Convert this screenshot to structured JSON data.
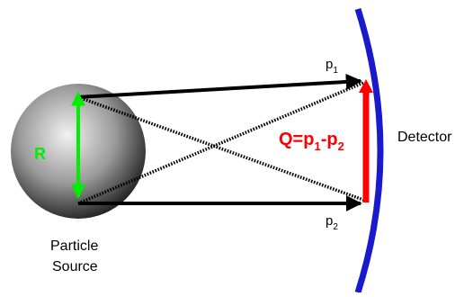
{
  "labels": {
    "radius": "R",
    "source_line1": "Particle",
    "source_line2": "Source",
    "detector": "Detector",
    "p1_base": "p",
    "p1_sub": "1",
    "p2_base": "p",
    "p2_sub": "2",
    "q_prefix": "Q=p",
    "q_sub1": "1",
    "q_minus": "-p",
    "q_sub2": "2"
  },
  "colors": {
    "detector": "#1a1acc",
    "momentum_transfer": "#ff0000",
    "radius": "#00ee00",
    "rays": "#000000",
    "sphere_light": "#f2f2f2",
    "sphere_dark": "#202020"
  }
}
